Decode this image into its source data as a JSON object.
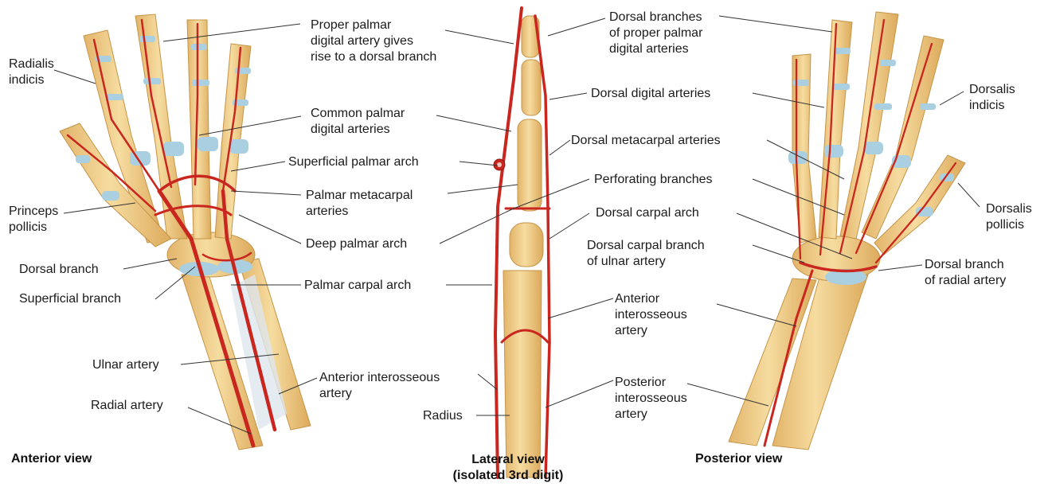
{
  "labels": {
    "radialis_indicis": "Radialis\nindicis",
    "proper_palmar": "Proper palmar\ndigital artery gives\nrise to a dorsal branch",
    "dorsal_branches_proper": "Dorsal branches\nof proper palmar\ndigital arteries",
    "common_palmar": "Common palmar\ndigital arteries",
    "dorsal_digital": "Dorsal digital arteries",
    "dorsalis_indicis": "Dorsalis\nindicis",
    "dorsal_metacarpal": "Dorsal metacarpal arteries",
    "superficial_palmar_arch": "Superficial palmar arch",
    "perforating_branches": "Perforating branches",
    "palmar_metacarpal": "Palmar metacarpal\narteries",
    "princeps_pollicis": "Princeps\npollicis",
    "dorsal_carpal_arch": "Dorsal carpal arch",
    "dorsalis_pollicis": "Dorsalis\npollicis",
    "deep_palmar_arch": "Deep palmar arch",
    "dorsal_carpal_branch_ulnar": "Dorsal carpal branch\nof ulnar artery",
    "dorsal_branch_left": "Dorsal branch",
    "dorsal_branch_radial": "Dorsal branch\nof radial artery",
    "superficial_branch": "Superficial branch",
    "palmar_carpal_arch": "Palmar carpal arch",
    "anterior_interosseous_right": "Anterior\ninterosseous\nartery",
    "ulnar_artery": "Ulnar artery",
    "anterior_interosseous_left": "Anterior interosseous\nartery",
    "radial_artery": "Radial artery",
    "posterior_interosseous": "Posterior\ninterosseous\nartery",
    "radius": "Radius"
  },
  "views": {
    "anterior": "Anterior view",
    "lateral": "Lateral view\n(isolated 3rd digit)",
    "posterior": "Posterior view"
  },
  "colors": {
    "bone": "#f1d08a",
    "bone_shade": "#d9ad5e",
    "cartilage": "#a9cfe0",
    "artery": "#c8261e",
    "artery_dark": "#8f1712",
    "leader": "#333333"
  }
}
